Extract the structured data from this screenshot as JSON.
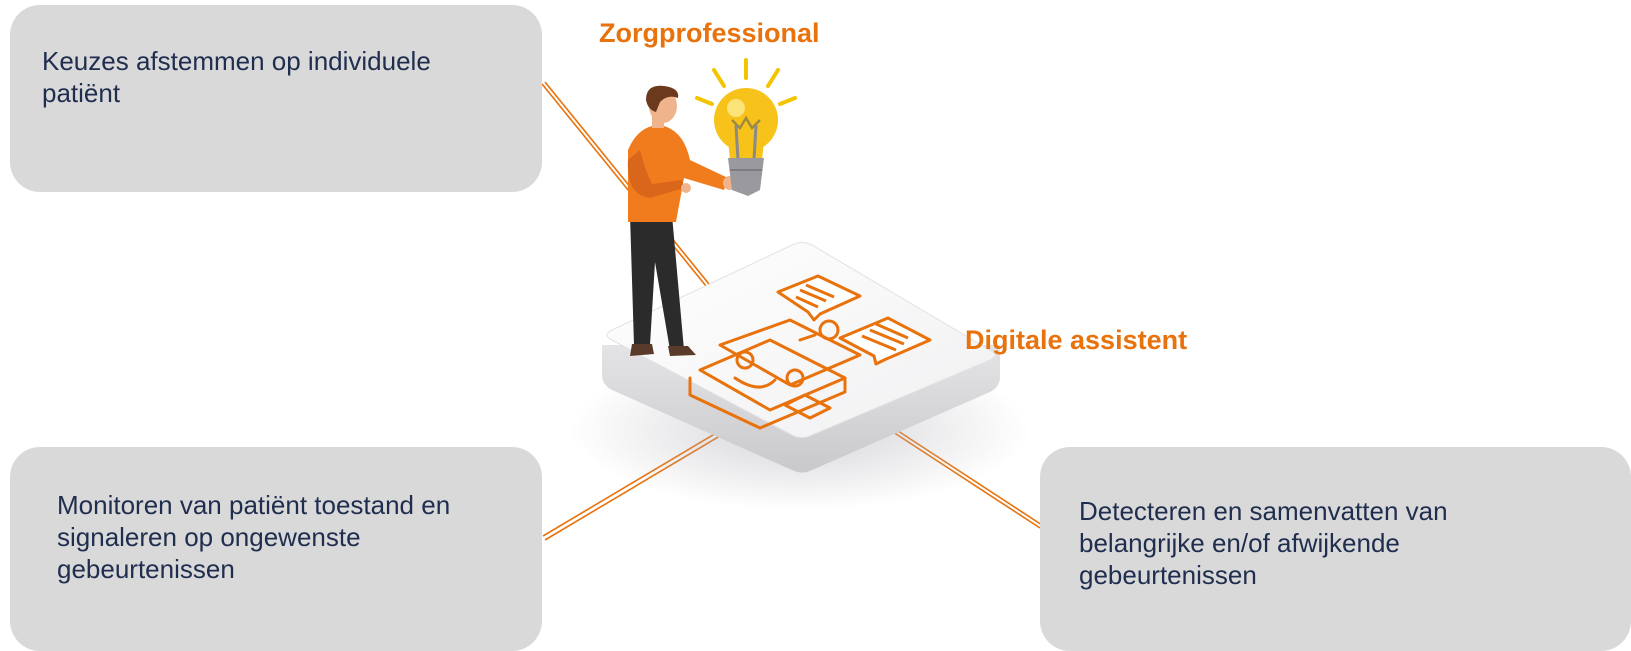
{
  "labels": {
    "professional": "Zorgprofessional",
    "assistant": "Digitale assistent"
  },
  "boxes": {
    "top_left": {
      "line1": "Keuzes afstemmen op individuele",
      "line2": "patiënt"
    },
    "bottom_left": {
      "line1": "Monitoren van patiënt toestand en",
      "line2": "signaleren op ongewenste",
      "line3": "gebeurtenissen"
    },
    "bottom_right": {
      "line1": "Detecteren en samenvatten van",
      "line2": "belangrijke en/of afwijkende",
      "line3": "gebeurtenissen"
    }
  },
  "icons": {
    "person": "person-illustration-icon",
    "bulb": "lightbulb-icon",
    "robot": "robot-icon",
    "bubble_a": "chat-bubble-icon",
    "bubble_b": "chat-bubble-icon"
  },
  "colors": {
    "accent": "#e8720c",
    "box_bg": "#d9d9d9",
    "text": "#1f2d4e"
  }
}
